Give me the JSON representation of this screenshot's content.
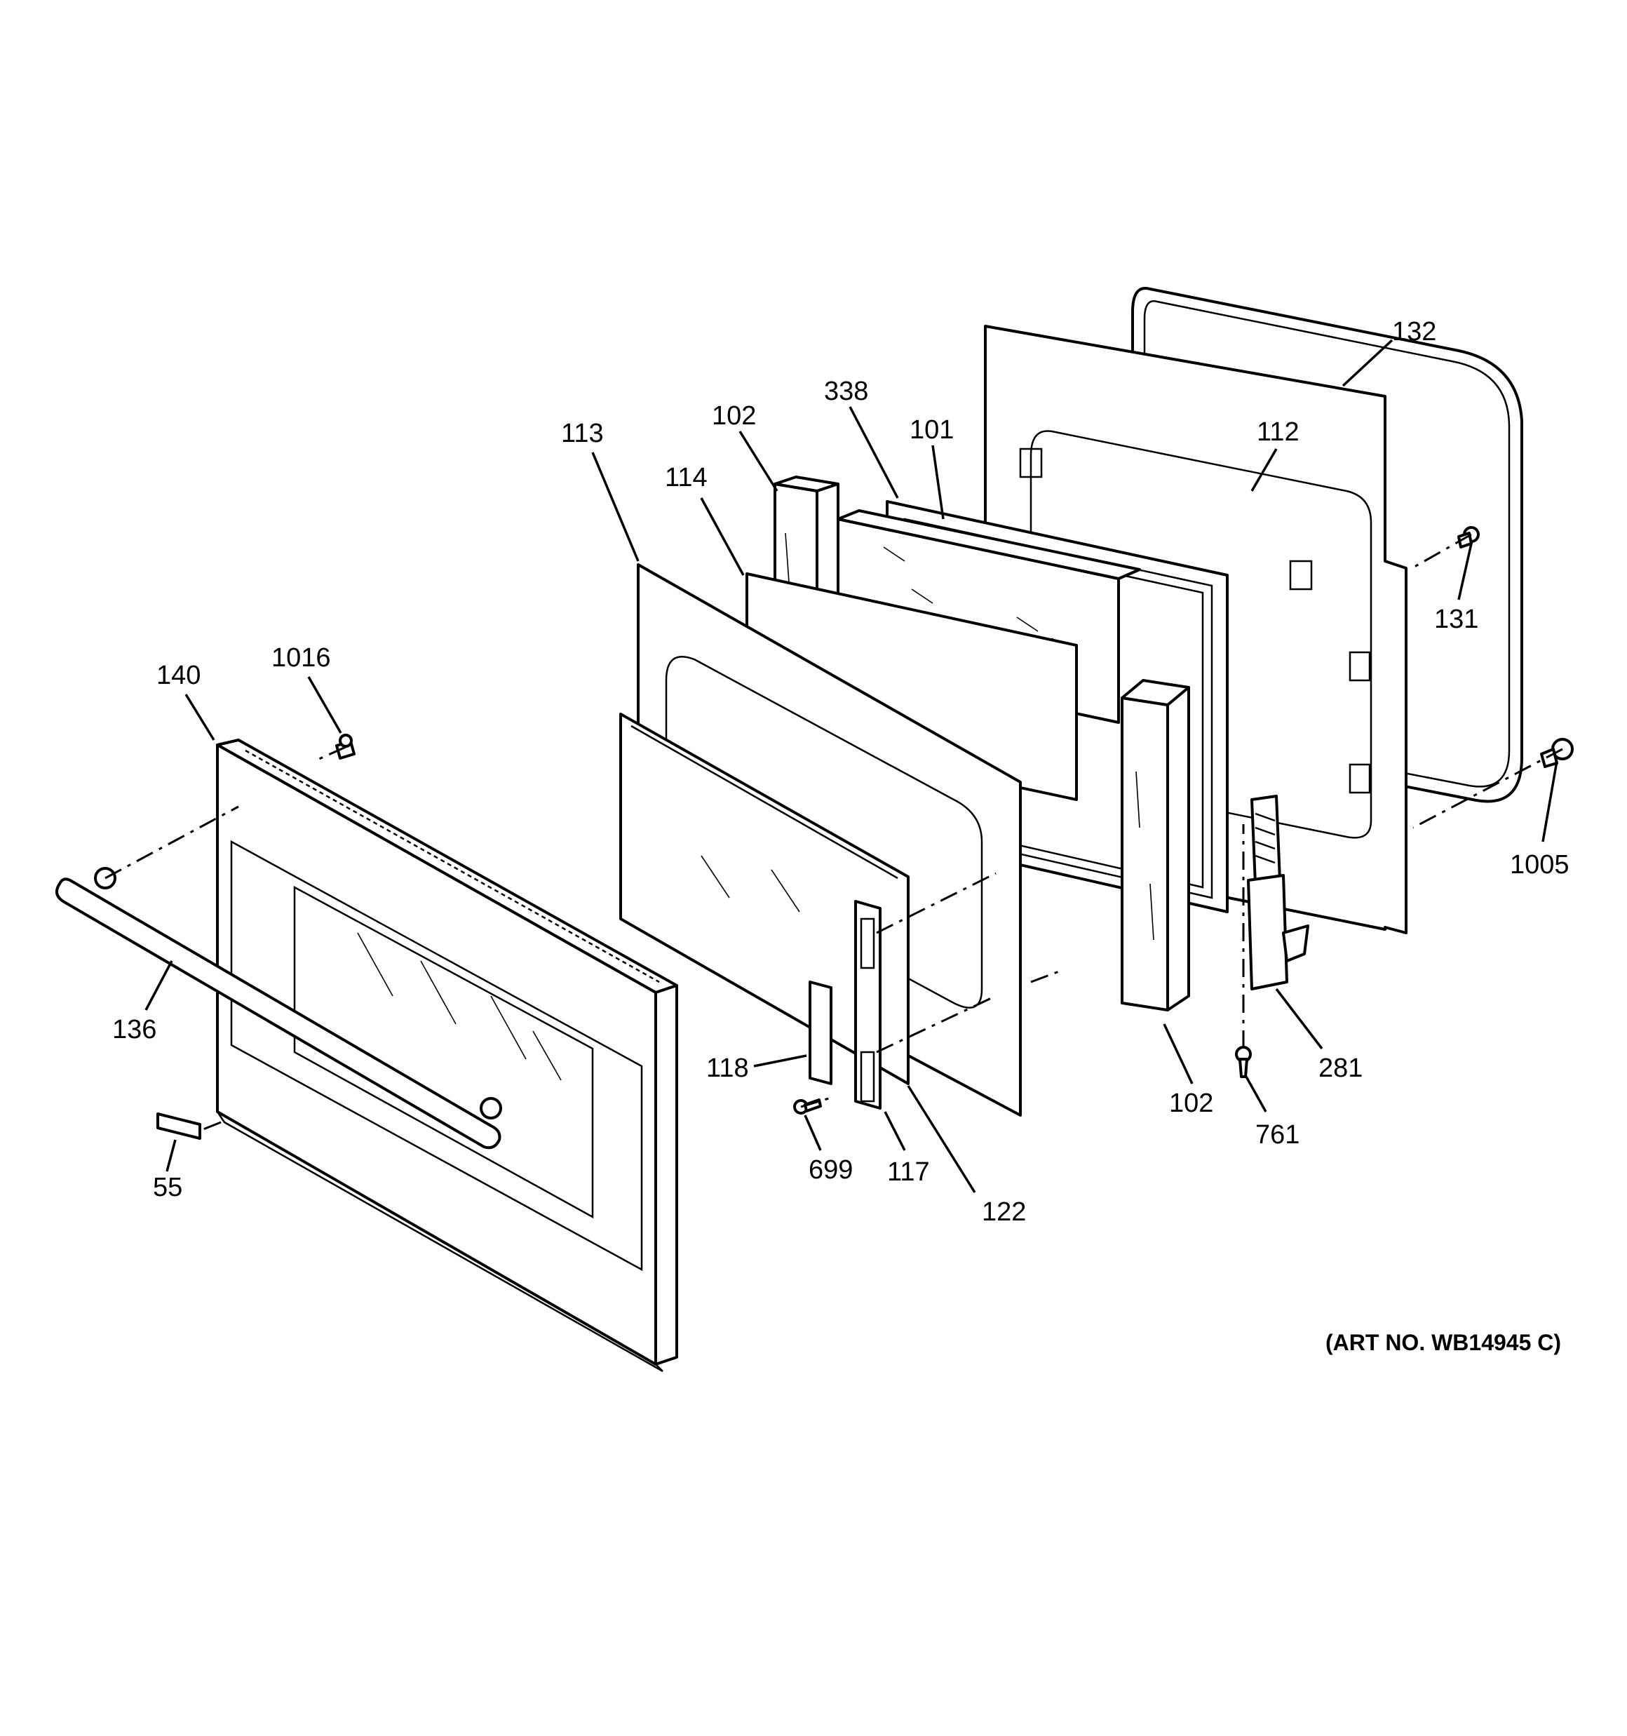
{
  "art_number": "(ART NO. WB14945 C)",
  "callouts": {
    "c132": "132",
    "c338": "338",
    "c101": "101",
    "c112": "112",
    "c113": "113",
    "c102_top": "102",
    "c114": "114",
    "c131": "131",
    "c1016": "1016",
    "c140": "140",
    "c1005": "1005",
    "c136": "136",
    "c118": "118",
    "c281": "281",
    "c102_bottom": "102",
    "c761": "761",
    "c699": "699",
    "c117": "117",
    "c55": "55",
    "c122": "122"
  }
}
